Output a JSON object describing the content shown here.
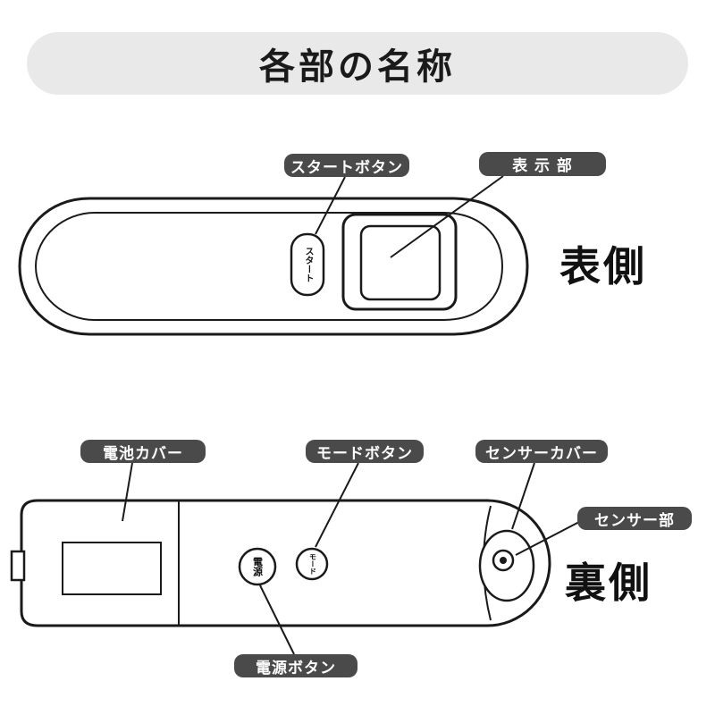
{
  "title": "各部の名称",
  "front": {
    "side_label": "表側",
    "labels": {
      "start_button": "スタートボタン",
      "display": "表 示 部"
    },
    "start_button_text": "スタート"
  },
  "back": {
    "side_label": "裏側",
    "labels": {
      "battery_cover": "電池カバー",
      "mode_button": "モードボタン",
      "sensor_cover": "センサーカバー",
      "sensor_part": "センサー部",
      "power_button": "電源ボタン"
    },
    "power_button_text": "電源",
    "mode_button_text": "モード"
  },
  "colors": {
    "label_bg": "#4a4a4a",
    "label_text": "#ffffff",
    "banner_bg": "#e9e9e9",
    "line": "#1a1a1a"
  }
}
